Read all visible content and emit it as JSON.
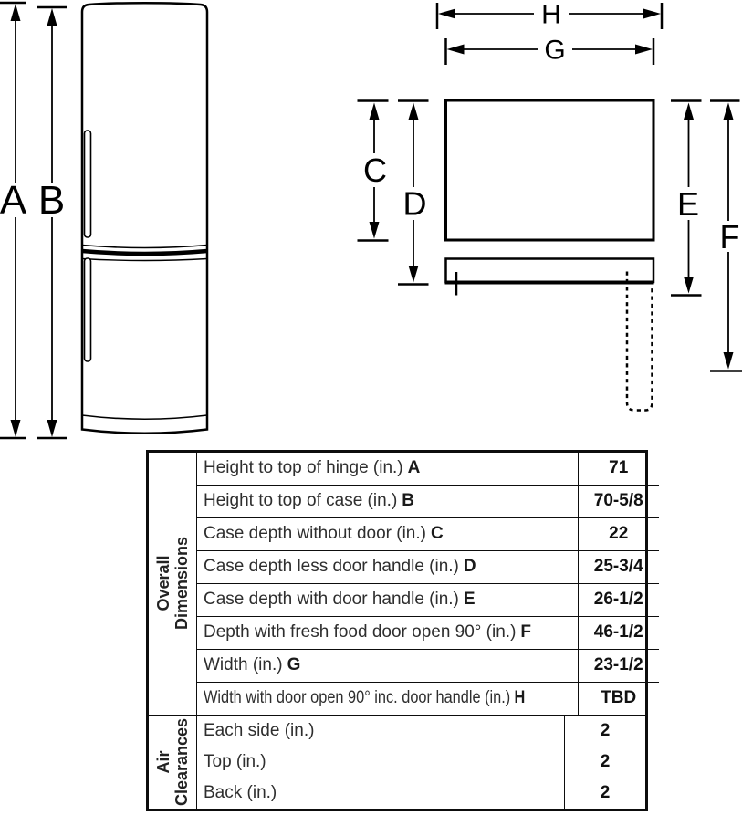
{
  "diagram": {
    "front": {
      "a": "A",
      "b": "B"
    },
    "top": {
      "c": "C",
      "d": "D",
      "e": "E",
      "f": "F",
      "g": "G",
      "h": "H"
    }
  },
  "table": {
    "sections": [
      {
        "label_lines": [
          "Overall",
          "Dimensions"
        ],
        "rows": [
          {
            "desc": "Height to top of hinge (in.)",
            "key": "A",
            "value": "71"
          },
          {
            "desc": "Height to top of case (in.)",
            "key": "B",
            "value": "70-5/8"
          },
          {
            "desc": "Case depth without door (in.)",
            "key": "C",
            "value": "22"
          },
          {
            "desc": "Case depth less door handle (in.)",
            "key": "D",
            "value": "25-3/4"
          },
          {
            "desc": "Case depth with door handle (in.)",
            "key": "E",
            "value": "26-1/2"
          },
          {
            "desc": "Depth with fresh food door open 90° (in.)",
            "key": "F",
            "value": "46-1/2"
          },
          {
            "desc": "Width (in.)",
            "key": "G",
            "value": "23-1/2"
          },
          {
            "desc": "Width with door open 90° inc. door handle (in.)",
            "key": "H",
            "value": "TBD"
          }
        ]
      },
      {
        "label_lines": [
          "Air",
          "Clearances"
        ],
        "rows": [
          {
            "desc": "Each side (in.)",
            "key": "",
            "value": "2"
          },
          {
            "desc": "Top (in.)",
            "key": "",
            "value": "2"
          },
          {
            "desc": "Back (in.)",
            "key": "",
            "value": "2"
          }
        ]
      }
    ]
  },
  "colors": {
    "line": "#000000",
    "desc_text": "#2e2e2e",
    "value_text": "#111111"
  }
}
